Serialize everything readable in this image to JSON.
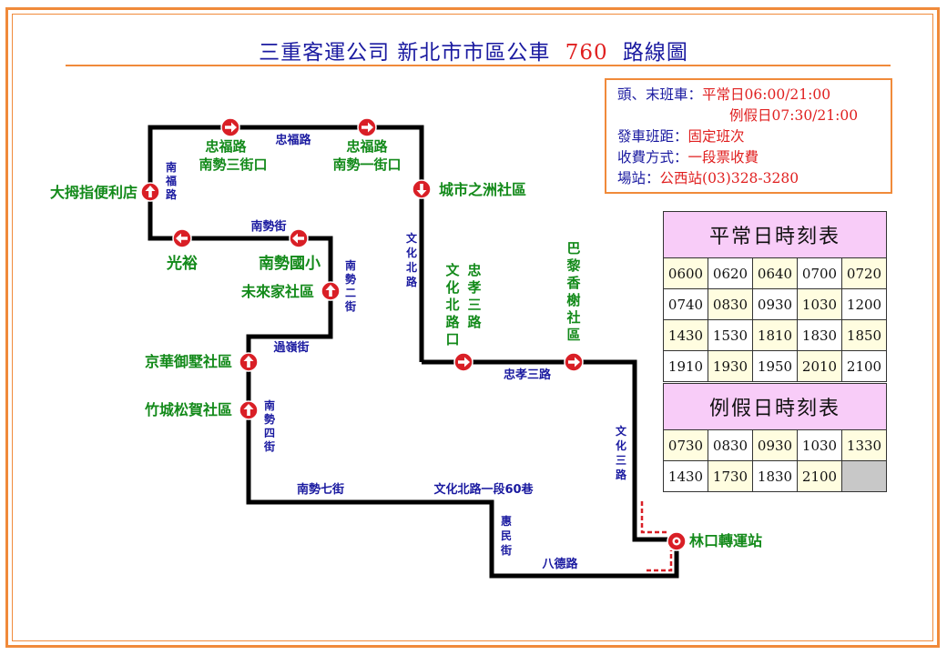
{
  "title": {
    "company": "三重客運公司",
    "subtitle": "新北市市區公車",
    "route_number": "760",
    "suffix": "路線圖"
  },
  "info": {
    "first_last_label": "頭、末班車：",
    "weekday_label": "平常日",
    "weekday_times": "06:00/21:00",
    "holiday_label": "例假日",
    "holiday_times": "07:30/21:00",
    "headway_label": "發車班距：",
    "headway_value": "固定班次",
    "fare_label": "收費方式：",
    "fare_value": "一段票收費",
    "depot_label": "場站：",
    "depot_value": "公西站(03)328-3280"
  },
  "timetables": {
    "weekday": {
      "title": "平常日時刻表",
      "rows": [
        [
          "0600",
          "0620",
          "0640",
          "0700",
          "0720"
        ],
        [
          "0740",
          "0830",
          "0930",
          "1030",
          "1200"
        ],
        [
          "1430",
          "1530",
          "1810",
          "1830",
          "1850"
        ],
        [
          "1910",
          "1930",
          "1950",
          "2010",
          "2100"
        ]
      ]
    },
    "holiday": {
      "title": "例假日時刻表",
      "rows": [
        [
          "0730",
          "0830",
          "0930",
          "1030",
          "1330"
        ],
        [
          "1430",
          "1730",
          "1830",
          "2100",
          ""
        ]
      ]
    }
  },
  "stops": {
    "zhongfu_nanshi3": [
      "忠福路",
      "南勢三街口"
    ],
    "zhongfu_nanshi1": [
      "忠福路",
      "南勢一街口"
    ],
    "dapaozhi": "大拇指便利店",
    "chengshi": "城市之洲社區",
    "guangyu": "光裕",
    "nanshiguoxiao": "南勢國小",
    "weilaijia": "未來家社區",
    "jinghua": "京華御墅社區",
    "zhucheng": "竹城松賀社區",
    "wenhuabei_kou": "文化北路口",
    "zhongxiao3": "忠孝三路",
    "bali": "巴黎香榭社區",
    "linkou": "林口轉運站"
  },
  "roads": {
    "zhongfu": "忠福路",
    "nanfu": "南福路",
    "nanshi_st": "南勢街",
    "nanshi2": "南勢二街",
    "guoling": "過嶺街",
    "nanshi4": "南勢四街",
    "wenhuabei": "文化北路",
    "zhongxiao3": "忠孝三路",
    "wenhua3": "文化三路",
    "nanshi7": "南勢七街",
    "wenhuabei60": "文化北路一段60巷",
    "huimin": "惠民街",
    "bade": "八德路"
  },
  "colors": {
    "route": "#000000",
    "stop": "#d91f26",
    "stop_label": "#138a1a",
    "road_label": "#1a1aa0",
    "border": "#f08a3a"
  }
}
